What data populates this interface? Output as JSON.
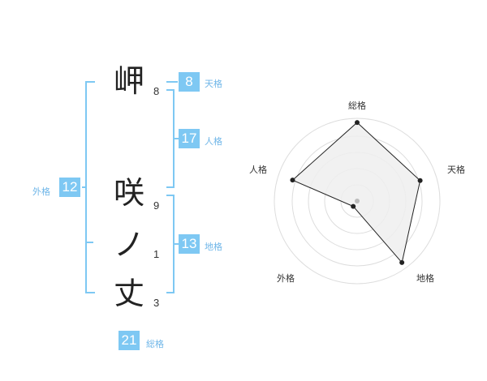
{
  "characters": [
    {
      "char": "岬",
      "strokes": "8"
    },
    {
      "char": "咲",
      "strokes": "9"
    },
    {
      "char": "ノ",
      "strokes": "1"
    },
    {
      "char": "丈",
      "strokes": "3"
    }
  ],
  "fortune": {
    "tenkaku": {
      "value": "8",
      "label": "天格"
    },
    "jinkaku": {
      "value": "17",
      "label": "人格"
    },
    "chikaku": {
      "value": "13",
      "label": "地格"
    },
    "gaikaku": {
      "value": "12",
      "label": "外格"
    },
    "soukaku": {
      "value": "21",
      "label": "総格"
    }
  },
  "radar": {
    "axes": [
      "総格",
      "天格",
      "地格",
      "外格",
      "人格"
    ],
    "levels": [
      0.95,
      0.8,
      0.92,
      0.08,
      0.82
    ]
  },
  "colors": {
    "accent": "#7ec8f3",
    "label": "#6fb6e8"
  }
}
